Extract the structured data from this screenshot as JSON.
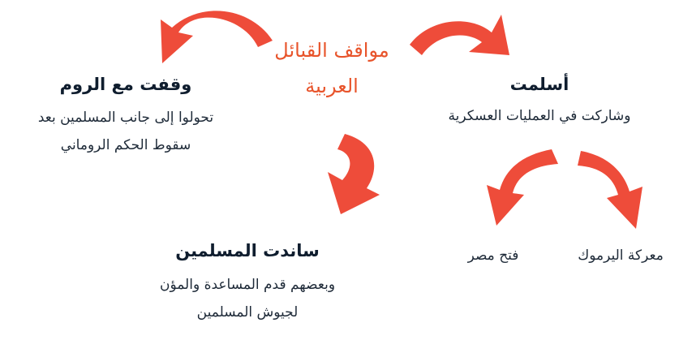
{
  "center": {
    "line1": "مواقف القبائل",
    "line2": "العربية"
  },
  "branches": {
    "right": {
      "title": "أسلمت",
      "desc": "وشاركت في العمليات العسكرية"
    },
    "left": {
      "title": "وقفت مع الروم",
      "desc_line1": "تحولوا إلى جانب المسلمين بعد",
      "desc_line2": "سقوط الحكم الروماني"
    },
    "bottom": {
      "title": "ساندت المسلمين",
      "desc_line1": "وبعضهم قدم المساعدة والمؤن",
      "desc_line2": "لجيوش المسلمين"
    }
  },
  "sub_branches": {
    "yarmouk": "معركة اليرموك",
    "egypt": "فتح مصر"
  },
  "colors": {
    "arrow": "#ee4c3a",
    "title": "#e8542b",
    "text": "#1e2a38"
  }
}
